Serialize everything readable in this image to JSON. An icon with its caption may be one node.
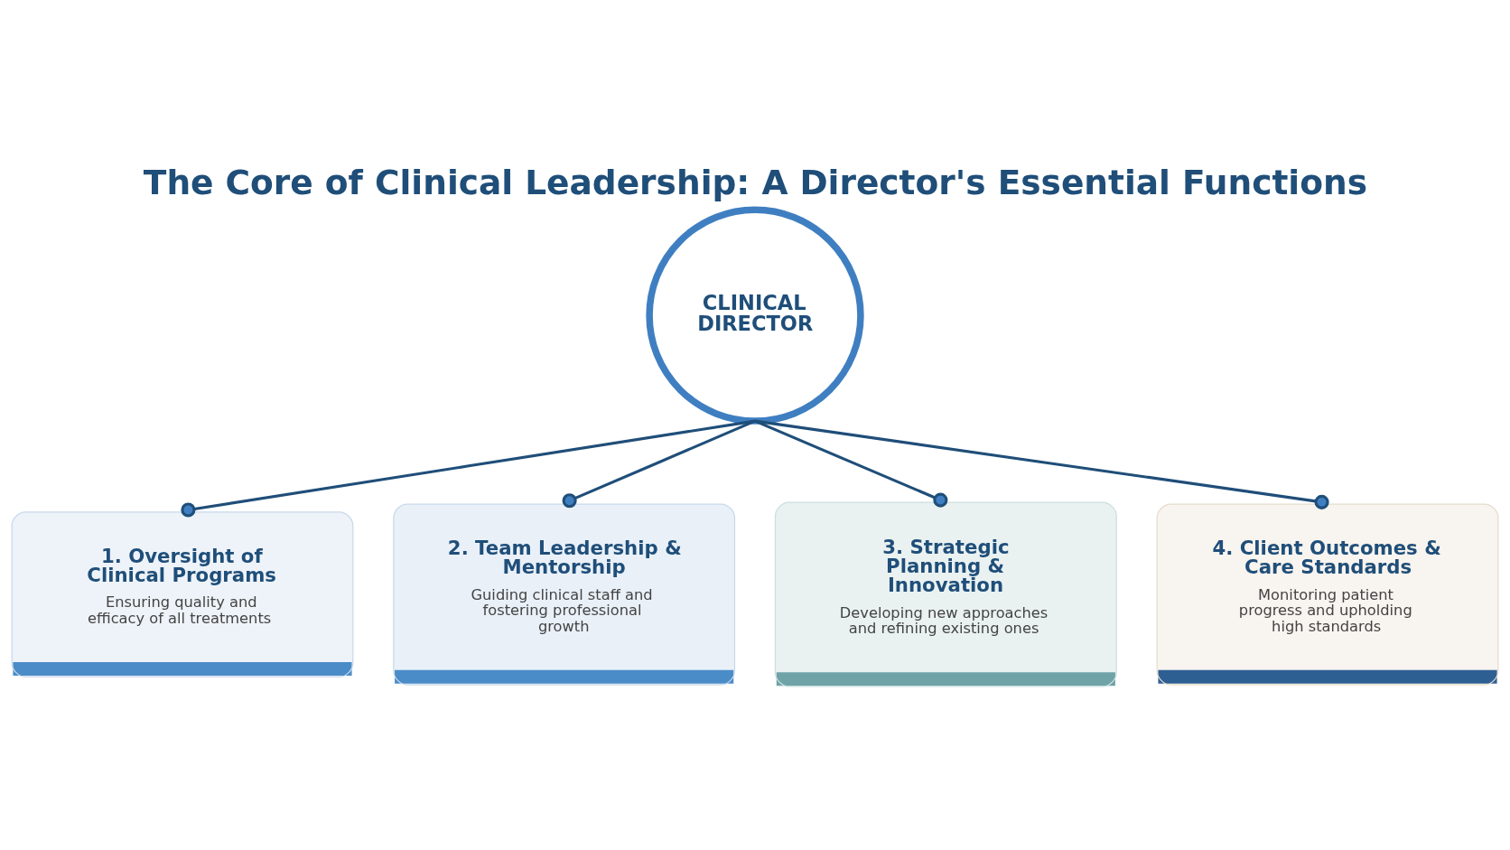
{
  "diagram": {
    "title": "The Core of Clinical Leadership: A Director's Essential Functions",
    "nodes": [
      {
        "text": [
          "CLINICAL DIRECTOR"
        ]
      },
      {
        "text": [
          "1. Oversight of Clinical Programs",
          "Ensuring quality and efficacy of all treatments"
        ]
      },
      {
        "text": [
          "2. Team Leadership & Mentorship",
          "Guiding clinical staff and fostering professional growth"
        ]
      },
      {
        "text": [
          "3. Strategic Planning & Innovation",
          "Developing new approaches and refining existing ones"
        ]
      },
      {
        "text": [
          "4. Client Outcomes & Care Standards",
          "Monitoring patient progress and upholding high standards"
        ]
      }
    ],
    "edges": [
      {
        "from": 0,
        "to": 1,
        "arrow": "other"
      },
      {
        "from": 0,
        "to": 2,
        "arrow": "other"
      },
      {
        "from": 0,
        "to": 3,
        "arrow": "other"
      },
      {
        "from": 0,
        "to": 4,
        "arrow": "other"
      }
    ]
  }
}
